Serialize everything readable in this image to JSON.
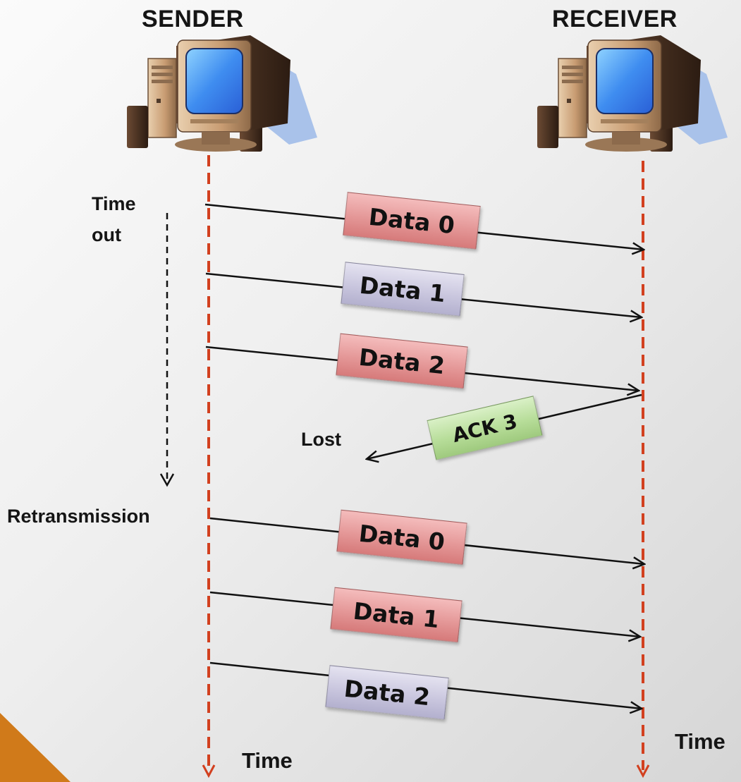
{
  "diagram": {
    "sender_label": "SENDER",
    "receiver_label": "RECEIVER",
    "timeout_label_line1": "Time",
    "timeout_label_line2": "out",
    "retransmission_label": "Retransmission",
    "lost_label": "Lost",
    "sender_time_label": "Time",
    "receiver_time_label": "Time",
    "packets": [
      {
        "label": "Data 0",
        "color": "red"
      },
      {
        "label": "Data 1",
        "color": "blue"
      },
      {
        "label": "Data 2",
        "color": "red"
      }
    ],
    "ack": {
      "label": "ACK 3",
      "color": "green"
    },
    "retransmitted_packets": [
      {
        "label": "Data 0",
        "color": "red"
      },
      {
        "label": "Data 1",
        "color": "red"
      },
      {
        "label": "Data 2",
        "color": "blue"
      }
    ]
  },
  "colors": {
    "timeline": "#d2401f",
    "accent_corner": "#d07a1a",
    "packet_red": "#e49797",
    "packet_blue": "#c9c6de",
    "ack_green": "#b7dd99"
  }
}
